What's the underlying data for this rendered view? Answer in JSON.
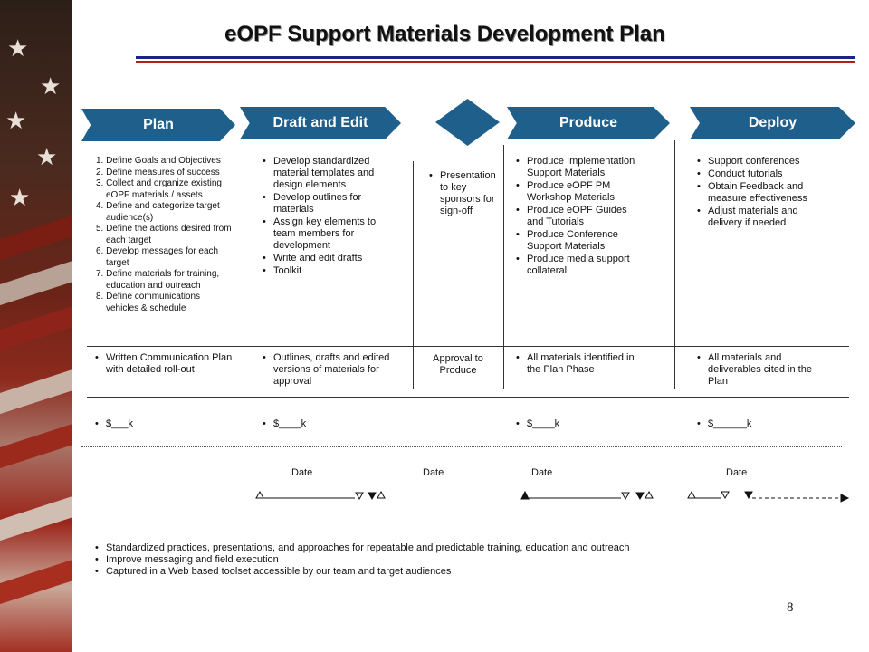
{
  "title": "eOPF Support Materials Development Plan",
  "phases": {
    "plan": "Plan",
    "draft": "Draft and Edit",
    "produce": "Produce",
    "deploy": "Deploy"
  },
  "plan": {
    "steps": [
      "1. Define Goals and Objectives",
      "2. Define measures of success",
      "3. Collect and organize existing eOPF materials / assets",
      "4. Define and categorize target audience(s)",
      "5. Define the actions desired from each target",
      "6. Develop messages for each target",
      "7. Define materials for training, education and outreach",
      "8. Define communications vehicles & schedule"
    ],
    "deliverable": "Written Communication Plan with detailed roll-out",
    "cost": "$___k"
  },
  "draft": {
    "items": [
      "Develop standardized material templates and design elements",
      "Develop outlines for materials",
      "Assign key elements to team members for development",
      "Write and edit drafts",
      "Toolkit"
    ],
    "deliverable": "Outlines, drafts and edited versions of materials for approval",
    "cost": "$____k"
  },
  "approval": {
    "items": [
      "Presentation to key sponsors for sign-off"
    ],
    "deliverable": "Approval to Produce"
  },
  "produce": {
    "items": [
      "Produce Implementation Support Materials",
      "Produce eOPF PM Workshop Materials",
      "Produce eOPF Guides and Tutorials",
      "Produce Conference Support Materials",
      "Produce media support collateral"
    ],
    "deliverable": "All materials identified in the Plan Phase",
    "cost": "$____k"
  },
  "deploy": {
    "items": [
      "Support conferences",
      "Conduct tutorials",
      "Obtain Feedback and measure effectiveness",
      "Adjust materials and delivery if needed"
    ],
    "deliverable": "All materials and deliverables cited in the Plan",
    "cost": "$______k"
  },
  "dates": [
    "Date",
    "Date",
    "Date",
    "Date"
  ],
  "outcomes": [
    "Standardized practices, presentations, and approaches for repeatable and predictable training, education and outreach",
    "Improve messaging and field execution",
    "Captured in a Web based toolset accessible by our team and target audiences"
  ],
  "page_number": "8",
  "colors": {
    "phase_fill": "#1f5f8b",
    "title_rule_blue": "#1a237e",
    "title_rule_red": "#b71c1c"
  }
}
